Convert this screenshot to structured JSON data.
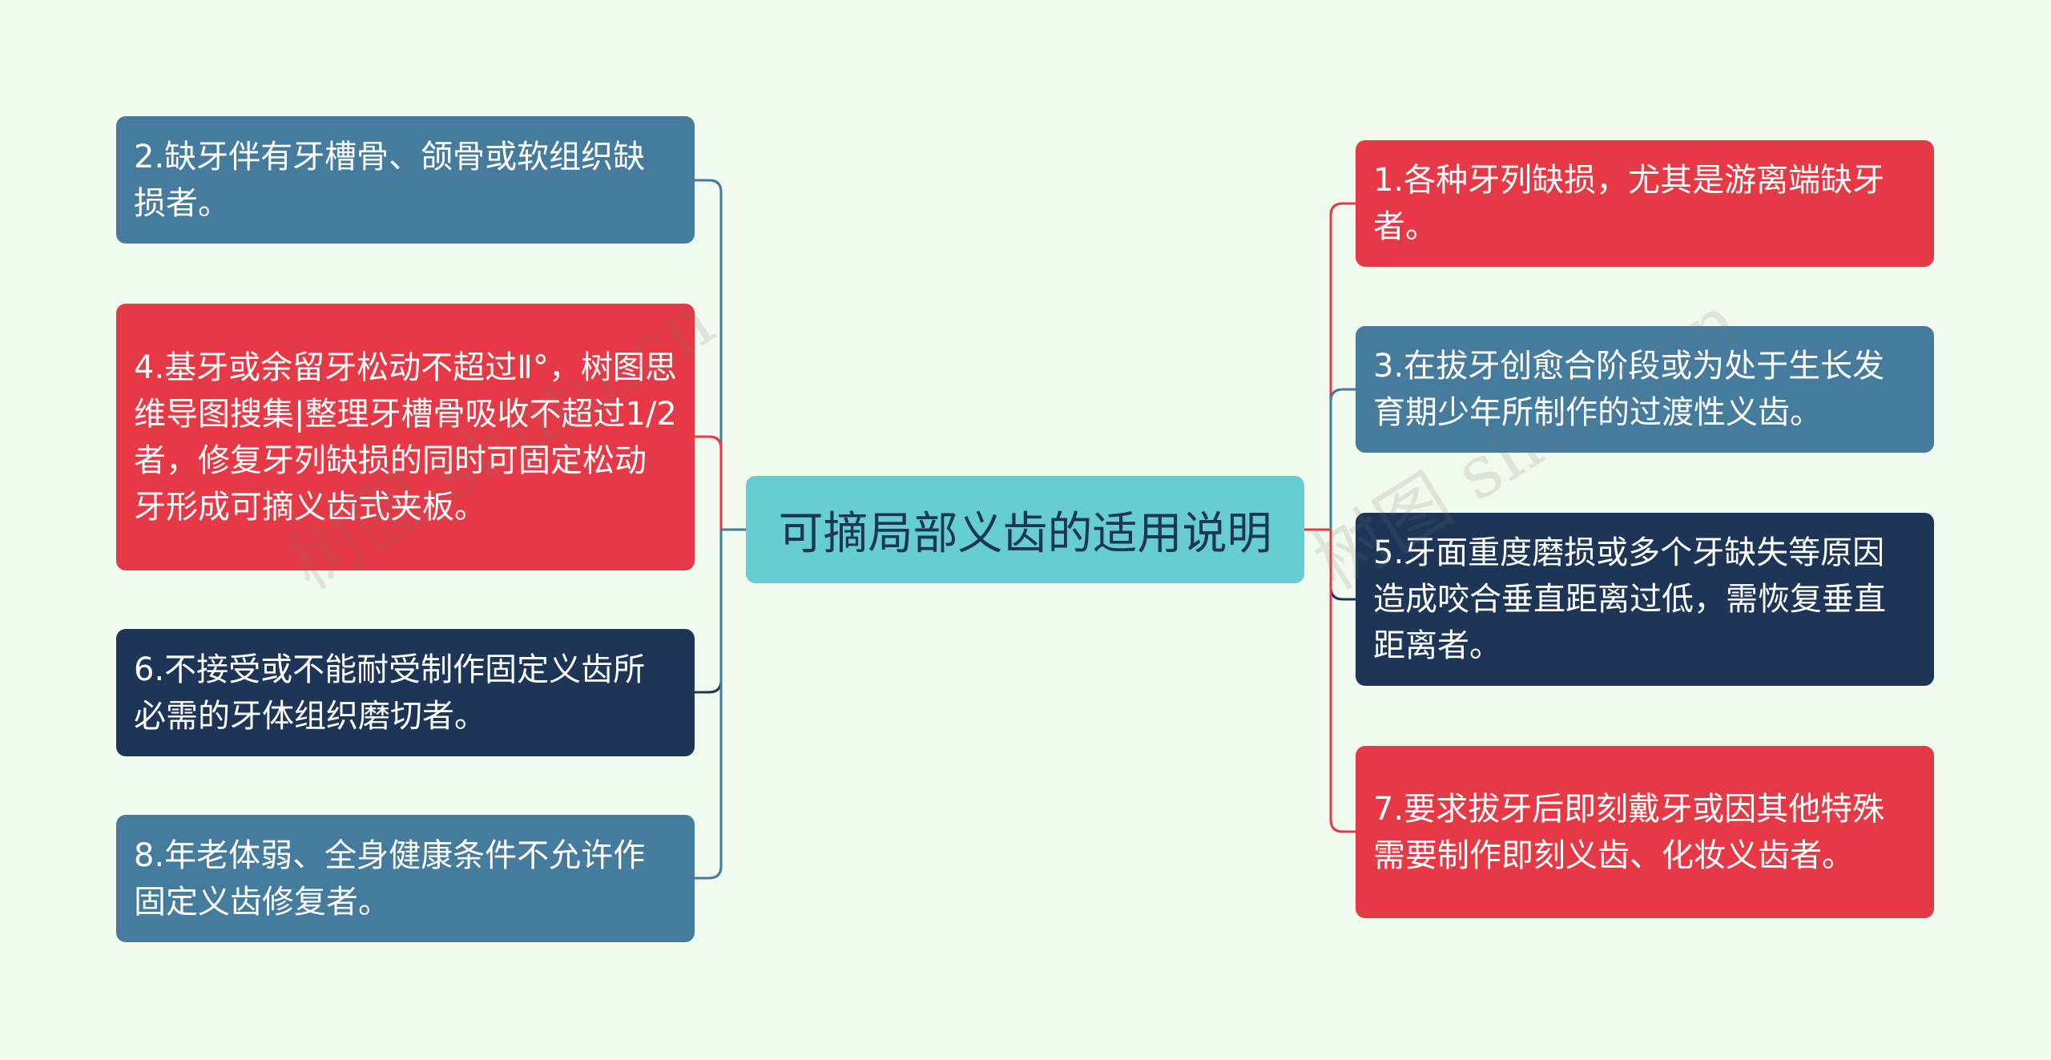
{
  "center": {
    "title": "可摘局部义齿的适用说明",
    "color": "#66cdd2"
  },
  "left_nodes": [
    {
      "text": "2.缺牙伴有牙槽骨、颌骨或软组织缺损者。",
      "color": "#457b9d"
    },
    {
      "text": "4.基牙或余留牙松动不超过Ⅱ°，树图思维导图搜集|整理牙槽骨吸收不超过1/2者，修复牙列缺损的同时可固定松动牙形成可摘义齿式夹板。",
      "color": "#e63946"
    },
    {
      "text": "6.不接受或不能耐受制作固定义齿所必需的牙体组织磨切者。",
      "color": "#1d3557"
    },
    {
      "text": "8.年老体弱、全身健康条件不允许作固定义齿修复者。",
      "color": "#457b9d"
    }
  ],
  "right_nodes": [
    {
      "text": "1.各种牙列缺损，尤其是游离端缺牙者。",
      "color": "#e63946"
    },
    {
      "text": "3.在拔牙创愈合阶段或为处于生长发育期少年所制作的过渡性义齿。",
      "color": "#457b9d"
    },
    {
      "text": "5.牙面重度磨损或多个牙缺失等原因造成咬合垂直距离过低，需恢复垂直距离者。",
      "color": "#1d3557"
    },
    {
      "text": "7.要求拔牙后即刻戴牙或因其他特殊需要制作即刻义齿、化妆义齿者。",
      "color": "#e63946"
    }
  ],
  "watermark": "树图 shutu.cn"
}
